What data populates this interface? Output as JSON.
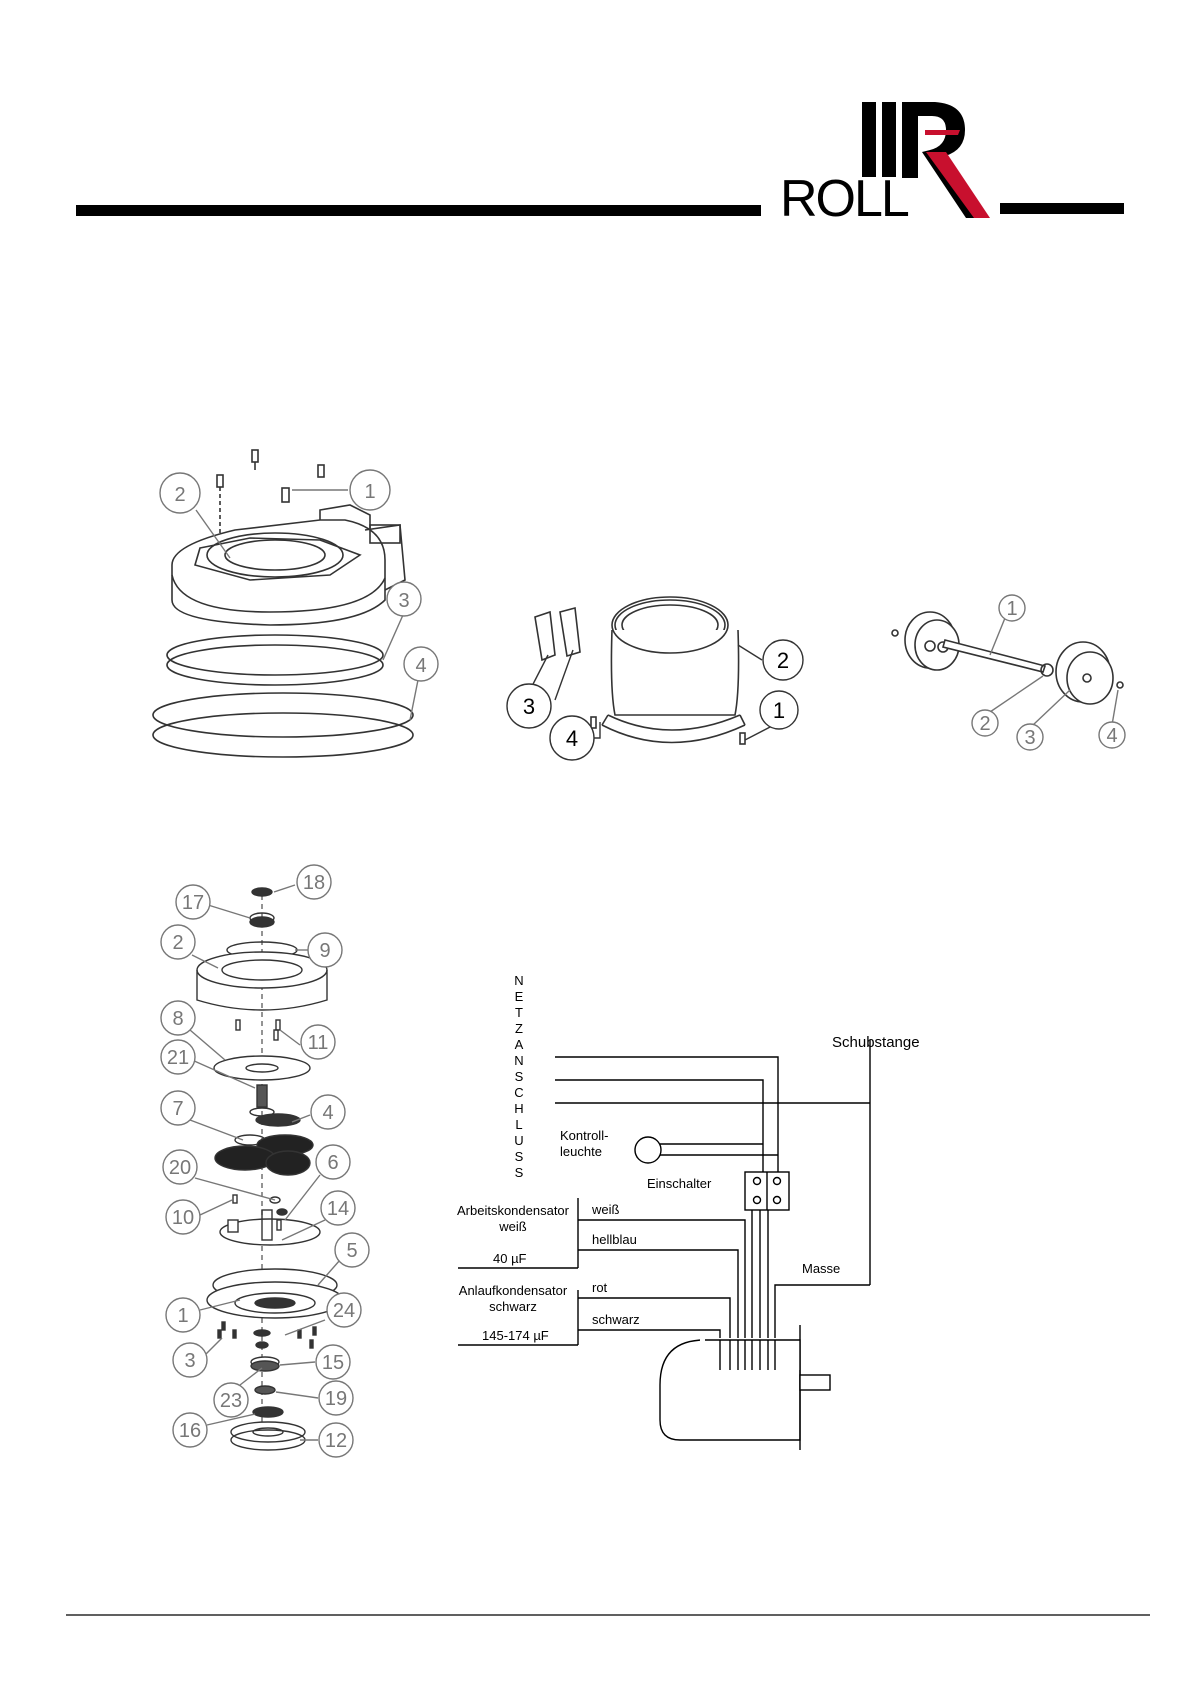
{
  "header": {
    "logo_text": "ROLL",
    "accent_color": "#c8102e"
  },
  "fig1": {
    "callouts": [
      "1",
      "2",
      "3",
      "4"
    ]
  },
  "fig2": {
    "callouts": [
      "1",
      "2",
      "3",
      "4"
    ]
  },
  "fig3": {
    "callouts": [
      "1",
      "2",
      "3",
      "4"
    ]
  },
  "fig4": {
    "callouts": [
      "18",
      "17",
      "2",
      "9",
      "8",
      "11",
      "21",
      "4",
      "7",
      "6",
      "20",
      "14",
      "10",
      "5",
      "1",
      "24",
      "3",
      "15",
      "23",
      "19",
      "16",
      "12"
    ]
  },
  "wiring": {
    "vertical_letters": [
      "N",
      "E",
      "T",
      "Z",
      "A",
      "N",
      "S",
      "C",
      "H",
      "L",
      "U",
      "S",
      "S"
    ],
    "labels": {
      "schubstange": "Schubstange",
      "kontroll_1": "Kontroll-",
      "kontroll_2": "leuchte",
      "einschalter": "Einschalter",
      "arbeits_1": "Arbeitskondensator",
      "arbeits_2": "weiß",
      "arbeits_value": "40 µF",
      "weiss": "weiß",
      "hellblau": "hellblau",
      "masse": "Masse",
      "anlauf_1": "Anlaufkondensator",
      "anlauf_2": "schwarz",
      "anlauf_value": "145-174 µF",
      "rot": "rot",
      "schwarz": "schwarz"
    }
  }
}
